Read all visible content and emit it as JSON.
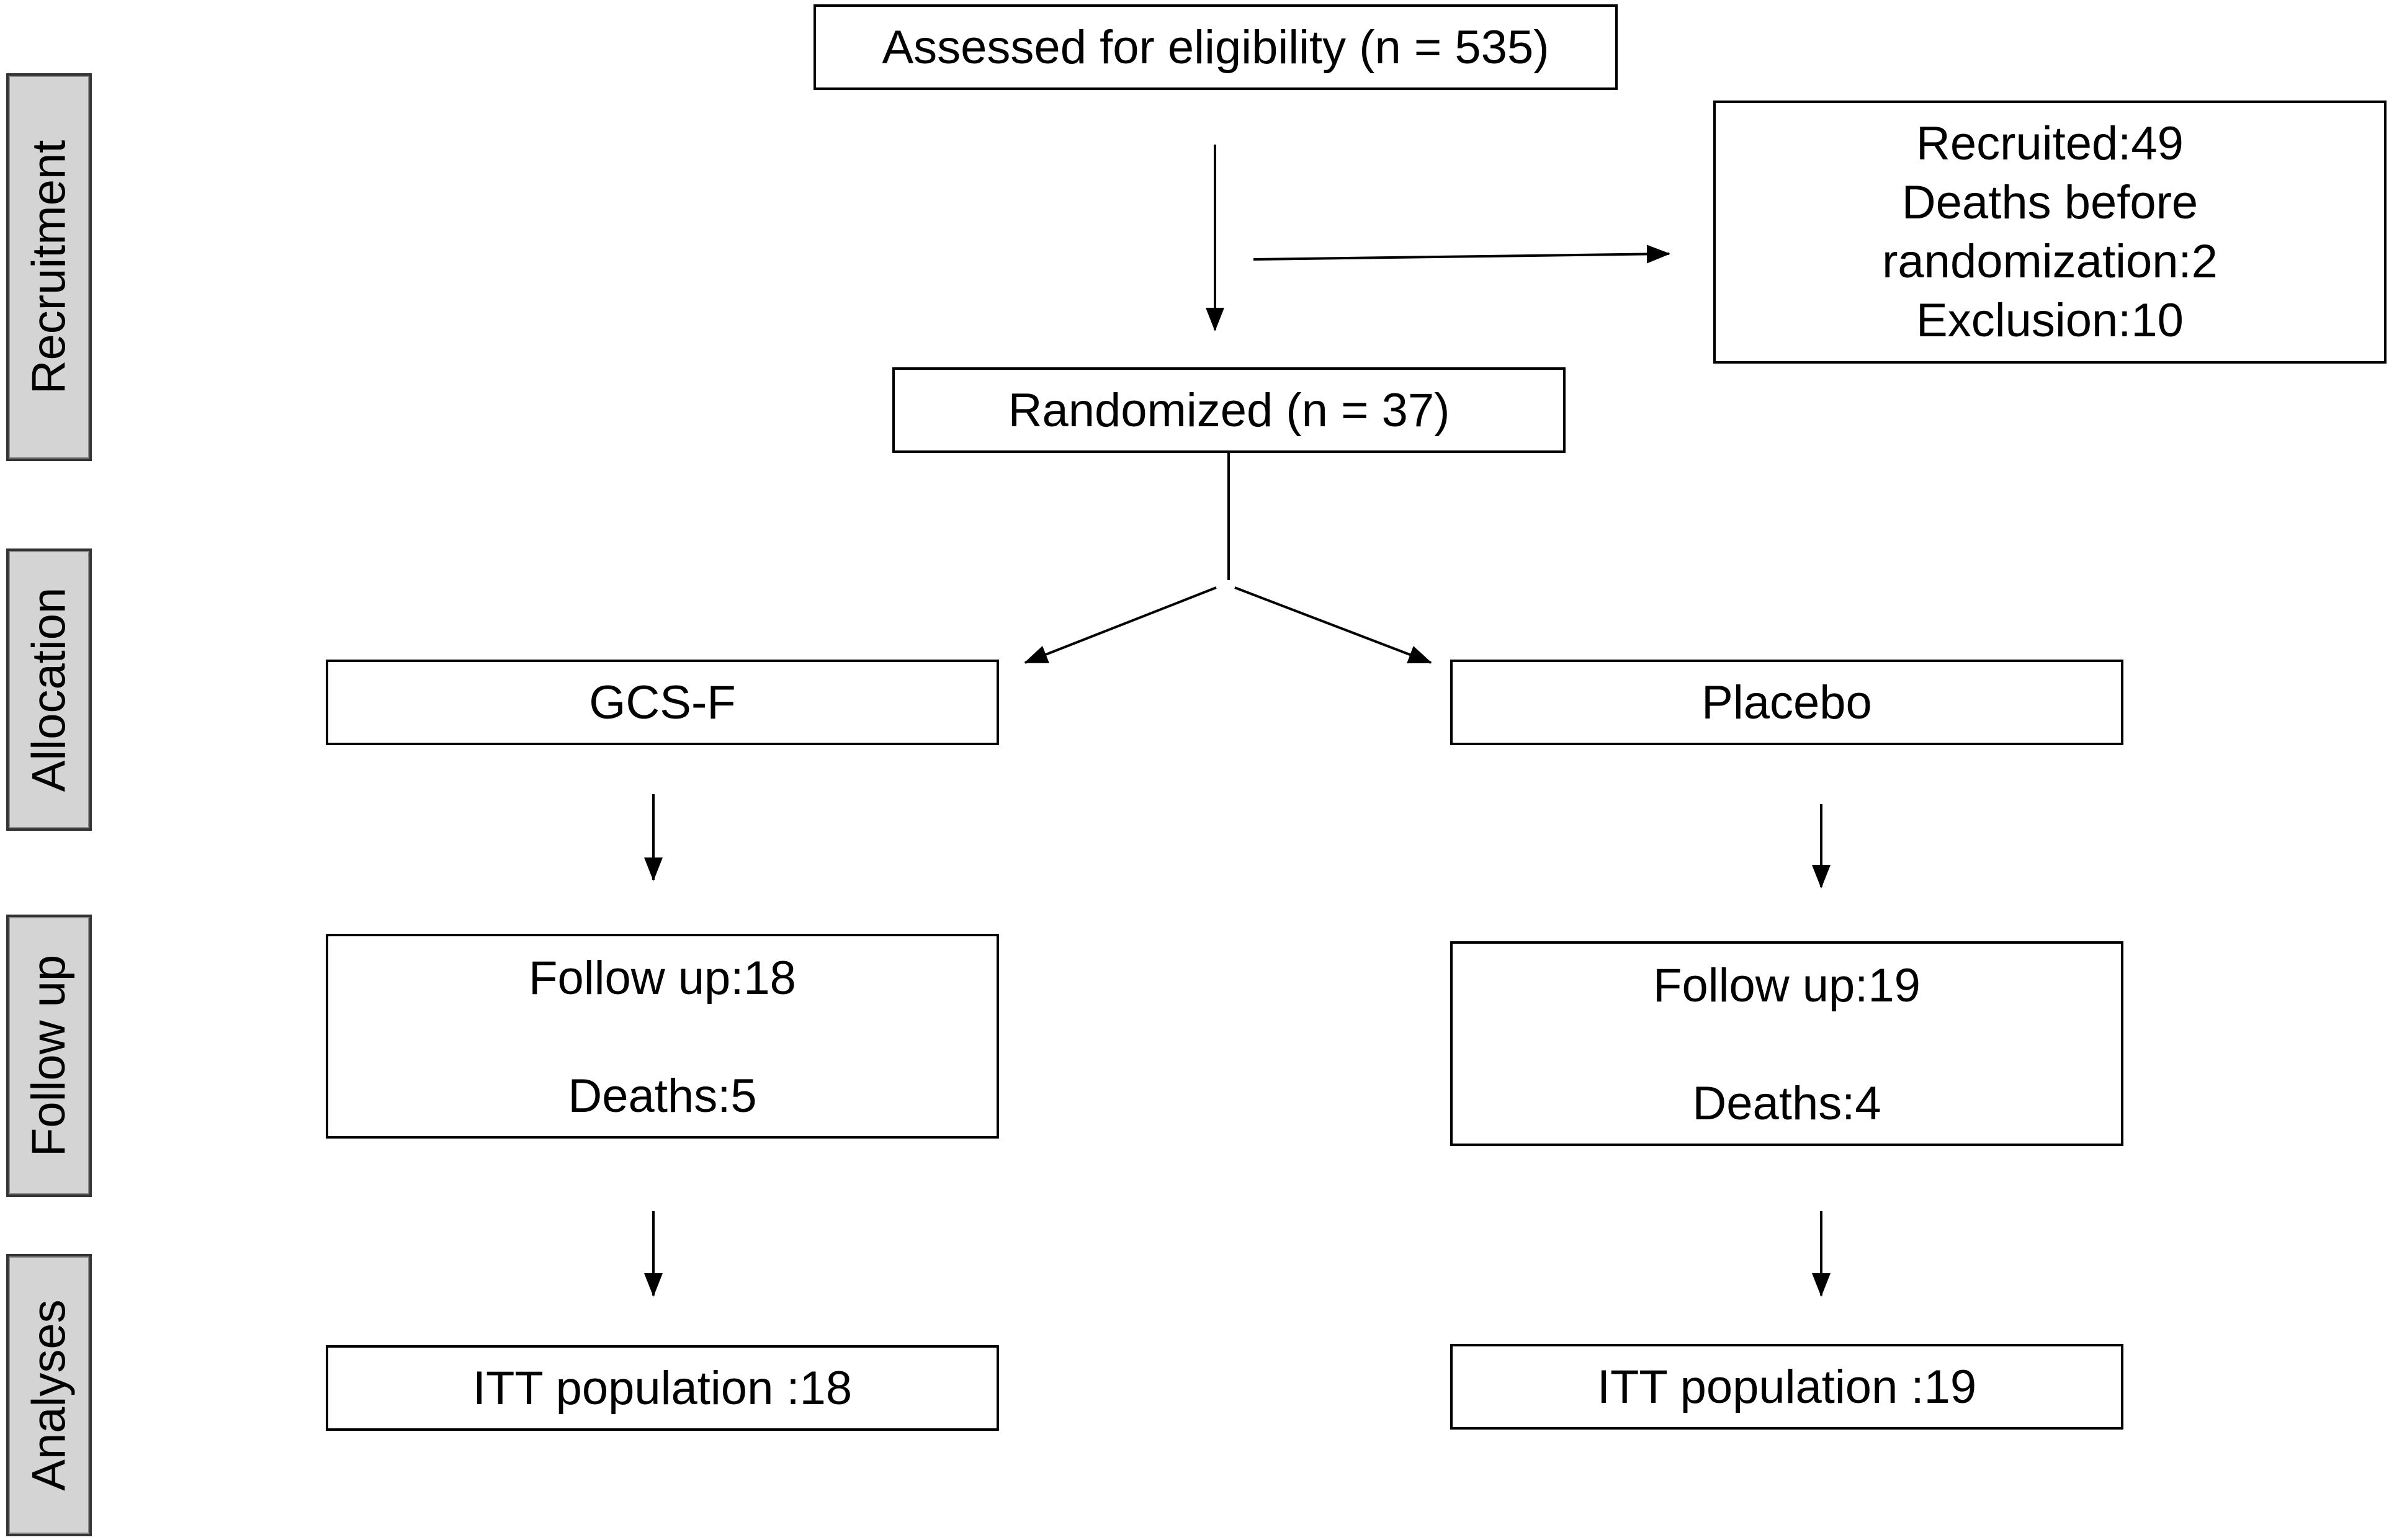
{
  "stages": {
    "recruitment": "Recruitment",
    "allocation": "Allocation",
    "follow_up": "Follow up",
    "analyses": "Analyses"
  },
  "assessed": "Assessed for eligibility (n = 535)",
  "excluded": {
    "line1": "Recruited:49",
    "line2": "Deaths before",
    "line3": "randomization:2",
    "line4": "Exclusion:10"
  },
  "randomized": "Randomized (n = 37)",
  "arms": {
    "left": {
      "name": "GCS-F",
      "follow_up": "Follow up:18",
      "deaths": "Deaths:5",
      "itt": "ITT population :18"
    },
    "right": {
      "name": "Placebo",
      "follow_up": "Follow up:19",
      "deaths": "Deaths:4",
      "itt": "ITT population :19"
    }
  }
}
